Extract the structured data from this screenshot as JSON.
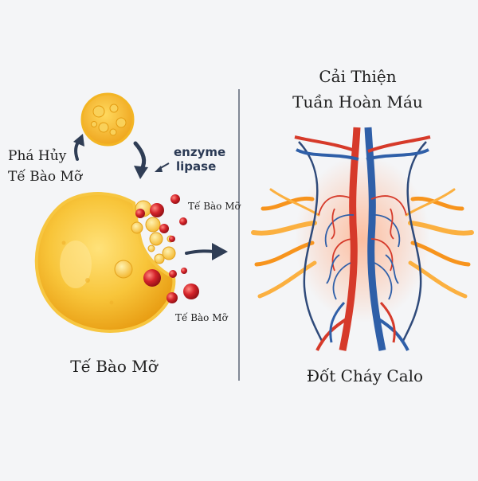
{
  "left": {
    "destroy_line1": "Phá Hủy",
    "destroy_line2": "Tế Bào Mỡ",
    "enzyme_line1": "enzyme",
    "enzyme_line2": "lipase",
    "droplet_label_top": "Tế Bào Mỡ",
    "droplet_label_bottom": "Tế Bào Mỡ",
    "fat_cell_caption": "Tế Bào Mỡ"
  },
  "right": {
    "title_line1": "Cải Thiện",
    "title_line2": "Tuần Hoàn Máu",
    "caption": "Đốt Cháy Calo"
  },
  "colors": {
    "fat_yellow": "#f6b820",
    "fat_light": "#ffe27a",
    "droplet_red": "#d4232a",
    "artery_red": "#d63a2a",
    "vein_blue": "#2f5fa8",
    "arrow_navy": "#2f3d55",
    "flame_orange": "#f7941d"
  }
}
